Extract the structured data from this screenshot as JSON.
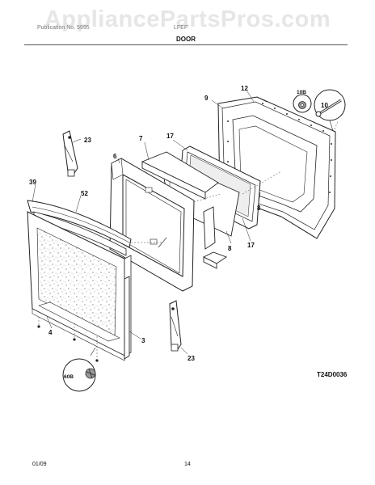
{
  "watermark": "AppliancePartsPros.com",
  "header": {
    "left_text": "Publication No. 5995",
    "right_text": "LFEF",
    "title": "DOOR"
  },
  "footer": {
    "date": "01/09",
    "page": "14"
  },
  "diagram_code": "T24D0036",
  "callouts": {
    "c12": "12",
    "c9": "9",
    "c10b": "10B",
    "c10": "10",
    "c23a": "23",
    "c7": "7",
    "c17a": "17",
    "c6": "6",
    "c39": "39",
    "c52": "52",
    "c8a": "8",
    "c8b": "8",
    "c17b": "17",
    "c4": "4",
    "c3": "3",
    "c23b": "23",
    "c60b": "60B"
  }
}
